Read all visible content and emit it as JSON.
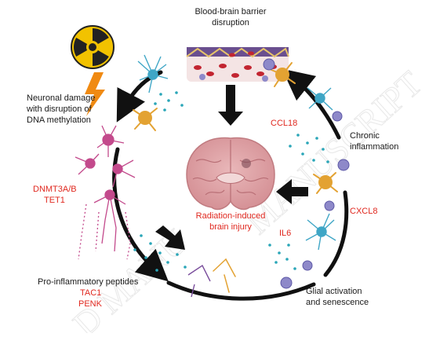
{
  "diagram": {
    "top": {
      "title_line1": "Blood-brain barrier",
      "title_line2": "disruption"
    },
    "left": {
      "damage_line1": "Neuronal damage",
      "damage_line2": "with disruption of",
      "damage_line3": "DNA methylation",
      "gene1": "DNMT3A/B",
      "gene2": "TET1"
    },
    "right": {
      "chronic_line1": "Chronic",
      "chronic_line2": "inflammation",
      "ccl18": "CCL18",
      "cxcl8": "CXCL8",
      "il6": "IL6"
    },
    "center": {
      "line1": "Radiation-induced",
      "line2": "brain injury"
    },
    "bottom_left": {
      "peptides": "Pro-inflammatory peptides",
      "pep1": "TAC1",
      "pep2": "PENK"
    },
    "bottom_right": {
      "glial_line1": "Glial activation",
      "glial_line2": "and senescence"
    },
    "watermark": {
      "text1": "MANUSCRIPT",
      "text2": "D MANUSCRIPT"
    }
  },
  "colors": {
    "red_label": "#e0281f",
    "cycle_arrow": "#111111",
    "neuron": "#c34a8c",
    "microglia": "#e3a232",
    "astrocyte": "#3fa6c6",
    "dots": "#2aa6b8",
    "hazard_yellow": "#f2c200",
    "lightning": "#f08a12"
  },
  "icons": [
    "radiation-hazard-icon",
    "lightning-bolt-icon",
    "brain-section-icon",
    "blood-vessel-icon",
    "neuron-icon",
    "microglia-icon",
    "astrocyte-icon",
    "immune-cell-icon"
  ]
}
